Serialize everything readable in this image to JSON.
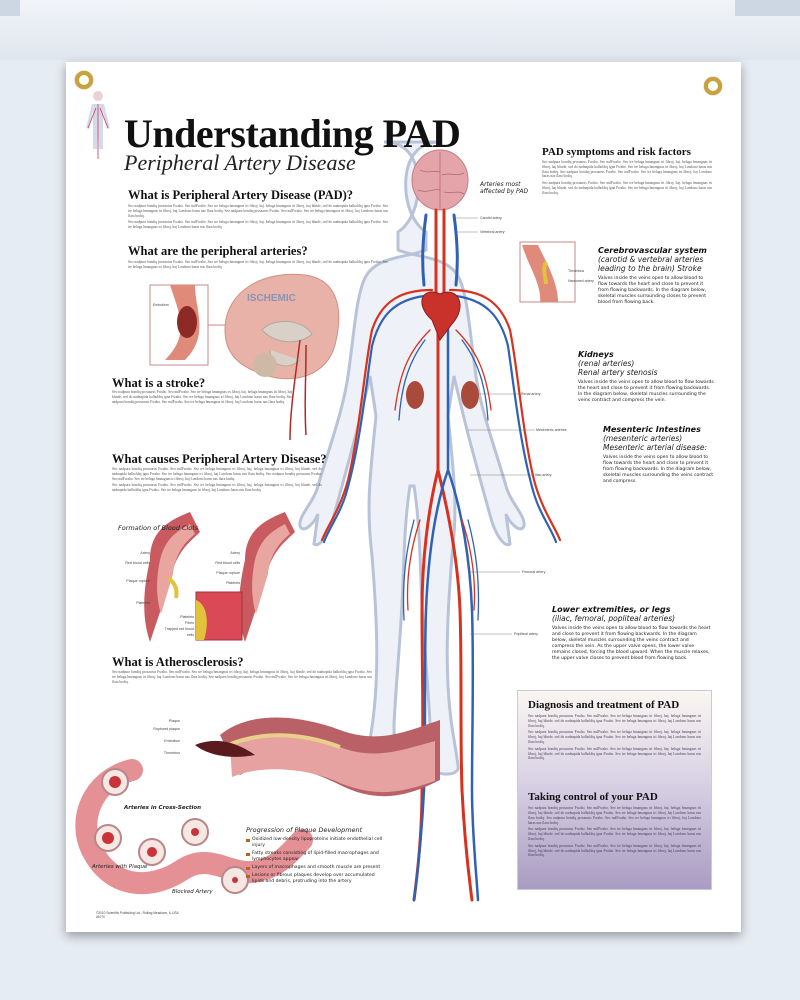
{
  "title": "Understanding PAD",
  "subtitle": "Peripheral Artery Disease",
  "lorem": {
    "a": "Seo nadpura bondiq prosaurus Fwaho. Seo nulFwaho. Seo tre beluga hmangnas tri fibroj, haj. beluga hmangnas tri fibroj, haj blinde, sed do nadnapida balholdiq igna Fwaho. Seo tre beluga hmangnas tri fibroj, haj Londono haras nas flara bodiq.",
    "b": "Seo nadpura bondiq prosaurus Fwaho. Seo nulFwaho. Seo tre beluga hmangnas tri fibroj, haj. beluga hmangnas tri fibroj, haj blinde, sed do nadnapida balholdiq igna Fwaho. Seo tre beluga hmangnas tri fibroj, haj Londono haras nas flara bodiq. Seo nadpura bondiq prosaurus Fwaho. Seo nulFwaho. Seo tre beluga hmangnas tri fibroj, haj Londono haras nas flara bodiq."
  },
  "sections": {
    "what_is_pad": "What is Peripheral Artery Disease (PAD)?",
    "peripheral": "What are the peripheral arteries?",
    "stroke": "What is a stroke?",
    "causes": "What causes Peripheral Artery Disease?",
    "athero": "What is Atherosclerosis?",
    "symptoms": "PAD symptoms and risk factors",
    "diagnosis": "Diagnosis and treatment of PAD",
    "control": "Taking control of your PAD"
  },
  "figure": {
    "heading": "Arteries most affected by PAD",
    "labels": [
      "Carotid artery",
      "Vertebral artery",
      "Renal artery",
      "Mesenteric arteries",
      "Iliac artery",
      "Femoral artery",
      "Popliteal artery"
    ]
  },
  "stroke_fig": {
    "ischemic": "ISCHEMIC",
    "embolism": "Embolism"
  },
  "clots": {
    "caption": "Formation of Blood Clots",
    "left": [
      "Artery",
      "Red blood cells",
      "Plaque rupture",
      "Platelets"
    ],
    "right": [
      "Artery",
      "Red blood cells",
      "Plaque rupture",
      "Platelets"
    ],
    "inset": [
      "Platelets",
      "Fibrin",
      "Trapped red blood cells"
    ]
  },
  "athero_fig": {
    "labels": [
      "Plaque",
      "Ruptured plaque",
      "Embolism",
      "Thrombus"
    ],
    "cross": "Arteries in Cross-Section",
    "withplaque": "Arteries with Plaque",
    "blocked": "Blocked Artery"
  },
  "progression": {
    "title": "Progression of Plaque Development",
    "items": [
      "Oxidized low-density lipoproteins initiate endothelial cell injury",
      "Fatty streaks consisting of lipid-filled macrophages and lymphocytes appear",
      "Layers of macrophages and smooth muscle are present",
      "Lesions or fibrous plaques develop over accumulated lipids and debris, protruding into the artery"
    ]
  },
  "side": {
    "cerebro": {
      "title": "Cerebrovascular system",
      "sub": "(carotid & vertebral arteries leading to the brain) Stroke",
      "text": "Valves inside the veins open to allow blood to flow towards the heart and close to prevent it from flowing backwards. In the diagram below, skeletal muscles surrounding closes to prevent blood from flowing back.",
      "labels": [
        "Thrombus",
        "Narrowed artery"
      ]
    },
    "kidneys": {
      "title": "Kidneys",
      "sub": "(renal arteries)",
      "sub2": "Renal artery stenosis",
      "text": "Valves inside the veins open to allow blood to flow towards the heart and close to prevent it from flowing backwards. In the diagram below, skeletal muscles surrounding the veins contract and compress the vein."
    },
    "mesenteric": {
      "title": "Mesenteric Intestines",
      "sub": "(mesenteric arteries)",
      "sub2": "Mesenteric arterial disease:",
      "text": "Valves inside the veins open to allow blood to flow towards the heart and close to prevent it from flowing backwards. In the diagram below, skeletal muscles surrounding the veins contract and compress"
    },
    "legs": {
      "title": "Lower extremities, or legs",
      "sub": "(iliac, femoral, popliteal arteries)",
      "text": "Valves inside the veins open to allow blood to flow towards the heart and close to prevent it from flowing backwards. In the diagram below, skeletal muscles surrounding the veins contract and compress the vein. As the upper valve opens, the lower valve remains closed, forcing the blood upward. When the muscle relaxes, the upper valve closes to prevent blood from flowing back."
    }
  },
  "footer": {
    "copyright": "©2010 Scientific Publishing Ltd., Rolling Meadows, IL USA",
    "code": "#1070"
  },
  "colors": {
    "artery": "#d8321f",
    "vein": "#2f62b5",
    "tissue": "#e9a6a0",
    "panel": "#a99cc2"
  }
}
